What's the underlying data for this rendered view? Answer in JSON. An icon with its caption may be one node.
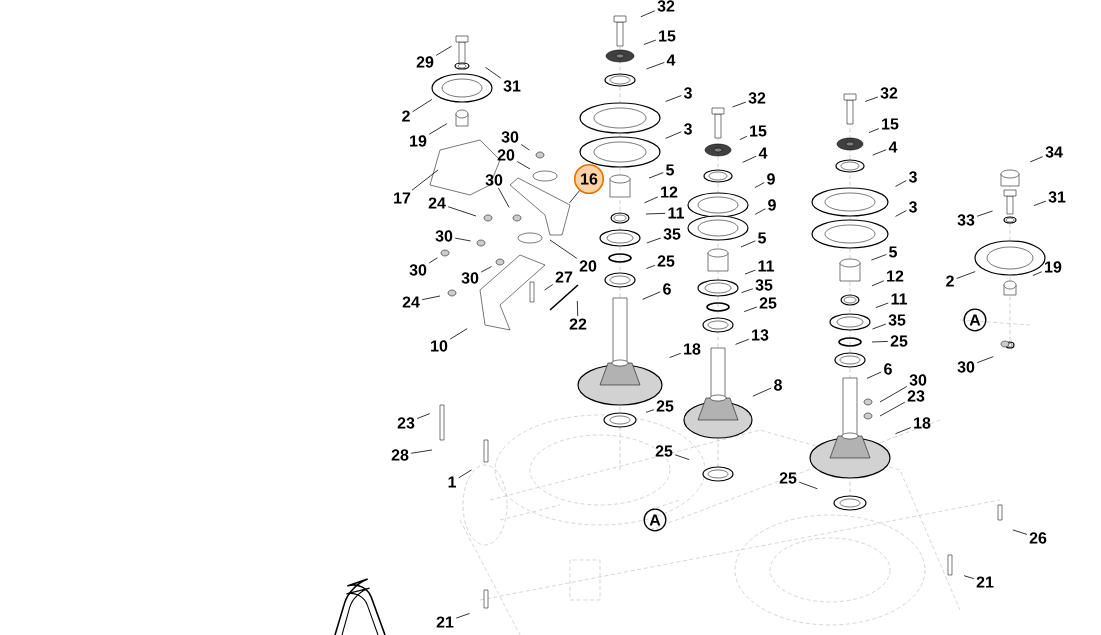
{
  "diagram": {
    "nodes": [
      {
        "text": [
          "29"
        ]
      },
      {
        "text": [
          "31"
        ]
      },
      {
        "text": [
          "2"
        ]
      },
      {
        "text": [
          "19"
        ]
      },
      {
        "text": [
          "30"
        ]
      },
      {
        "text": [
          "20"
        ]
      },
      {
        "text": [
          "17"
        ]
      },
      {
        "text": [
          "16"
        ]
      },
      {
        "text": [
          "24"
        ]
      },
      {
        "text": [
          "30"
        ]
      },
      {
        "text": [
          "30"
        ]
      },
      {
        "text": [
          "20"
        ]
      },
      {
        "text": [
          "30"
        ]
      },
      {
        "text": [
          "30"
        ]
      },
      {
        "text": [
          "24"
        ]
      },
      {
        "text": [
          "27"
        ]
      },
      {
        "text": [
          "22"
        ]
      },
      {
        "text": [
          "10"
        ]
      },
      {
        "text": [
          "32"
        ]
      },
      {
        "text": [
          "15"
        ]
      },
      {
        "text": [
          "4"
        ]
      },
      {
        "text": [
          "3"
        ]
      },
      {
        "text": [
          "3"
        ]
      },
      {
        "text": [
          "5"
        ]
      },
      {
        "text": [
          "12"
        ]
      },
      {
        "text": [
          "11"
        ]
      },
      {
        "text": [
          "35"
        ]
      },
      {
        "text": [
          "25"
        ]
      },
      {
        "text": [
          "6"
        ]
      },
      {
        "text": [
          "18"
        ]
      },
      {
        "text": [
          "25"
        ]
      },
      {
        "text": [
          "25"
        ]
      },
      {
        "text": [
          "32"
        ]
      },
      {
        "text": [
          "15"
        ]
      },
      {
        "text": [
          "4"
        ]
      },
      {
        "text": [
          "9"
        ]
      },
      {
        "text": [
          "9"
        ]
      },
      {
        "text": [
          "5"
        ]
      },
      {
        "text": [
          "11"
        ]
      },
      {
        "text": [
          "35"
        ]
      },
      {
        "text": [
          "25"
        ]
      },
      {
        "text": [
          "13"
        ]
      },
      {
        "text": [
          "8"
        ]
      },
      {
        "text": [
          "32"
        ]
      },
      {
        "text": [
          "15"
        ]
      },
      {
        "text": [
          "4"
        ]
      },
      {
        "text": [
          "3"
        ]
      },
      {
        "text": [
          "3"
        ]
      },
      {
        "text": [
          "5"
        ]
      },
      {
        "text": [
          "12"
        ]
      },
      {
        "text": [
          "11"
        ]
      },
      {
        "text": [
          "35"
        ]
      },
      {
        "text": [
          "25"
        ]
      },
      {
        "text": [
          "6"
        ]
      },
      {
        "text": [
          "30"
        ]
      },
      {
        "text": [
          "23"
        ]
      },
      {
        "text": [
          "18"
        ]
      },
      {
        "text": [
          "25"
        ]
      },
      {
        "text": [
          "26"
        ]
      },
      {
        "text": [
          "21"
        ]
      },
      {
        "text": [
          "34"
        ]
      },
      {
        "text": [
          "33"
        ]
      },
      {
        "text": [
          "31"
        ]
      },
      {
        "text": [
          "2"
        ]
      },
      {
        "text": [
          "19"
        ]
      },
      {
        "text": [
          "30"
        ]
      },
      {
        "text": [
          "23"
        ]
      },
      {
        "text": [
          "28"
        ]
      },
      {
        "text": [
          "1"
        ]
      },
      {
        "text": [
          "21"
        ]
      }
    ],
    "edges": [
      {
        "from": 0,
        "to": null,
        "arrow": "none"
      },
      {
        "from": 1,
        "to": null,
        "arrow": "none"
      },
      {
        "from": 2,
        "to": null,
        "arrow": "none"
      },
      {
        "from": 3,
        "to": null,
        "arrow": "none"
      },
      {
        "from": 4,
        "to": null,
        "arrow": "none"
      },
      {
        "from": 5,
        "to": null,
        "arrow": "none"
      },
      {
        "from": 6,
        "to": null,
        "arrow": "none"
      },
      {
        "from": 7,
        "to": null,
        "arrow": "none"
      },
      {
        "from": 8,
        "to": null,
        "arrow": "none"
      },
      {
        "from": 9,
        "to": null,
        "arrow": "none"
      },
      {
        "from": 10,
        "to": null,
        "arrow": "none"
      },
      {
        "from": 11,
        "to": null,
        "arrow": "none"
      },
      {
        "from": 12,
        "to": null,
        "arrow": "none"
      },
      {
        "from": 13,
        "to": null,
        "arrow": "none"
      },
      {
        "from": 14,
        "to": null,
        "arrow": "none"
      },
      {
        "from": 15,
        "to": null,
        "arrow": "none"
      },
      {
        "from": 16,
        "to": null,
        "arrow": "none"
      },
      {
        "from": 17,
        "to": null,
        "arrow": "none"
      },
      {
        "from": 18,
        "to": null,
        "arrow": "none"
      },
      {
        "from": 19,
        "to": null,
        "arrow": "none"
      },
      {
        "from": 20,
        "to": null,
        "arrow": "none"
      },
      {
        "from": 21,
        "to": null,
        "arrow": "none"
      },
      {
        "from": 22,
        "to": null,
        "arrow": "none"
      },
      {
        "from": 23,
        "to": null,
        "arrow": "none"
      },
      {
        "from": 24,
        "to": null,
        "arrow": "none"
      },
      {
        "from": 25,
        "to": null,
        "arrow": "none"
      },
      {
        "from": 26,
        "to": null,
        "arrow": "none"
      },
      {
        "from": 27,
        "to": null,
        "arrow": "none"
      },
      {
        "from": 28,
        "to": null,
        "arrow": "none"
      },
      {
        "from": 29,
        "to": null,
        "arrow": "none"
      },
      {
        "from": 30,
        "to": null,
        "arrow": "none"
      },
      {
        "from": 31,
        "to": null,
        "arrow": "none"
      },
      {
        "from": 32,
        "to": null,
        "arrow": "none"
      },
      {
        "from": 33,
        "to": null,
        "arrow": "none"
      },
      {
        "from": 34,
        "to": null,
        "arrow": "none"
      },
      {
        "from": 35,
        "to": null,
        "arrow": "none"
      },
      {
        "from": 36,
        "to": null,
        "arrow": "none"
      },
      {
        "from": 37,
        "to": null,
        "arrow": "none"
      },
      {
        "from": 38,
        "to": null,
        "arrow": "none"
      },
      {
        "from": 39,
        "to": null,
        "arrow": "none"
      },
      {
        "from": 40,
        "to": null,
        "arrow": "none"
      },
      {
        "from": 41,
        "to": null,
        "arrow": "none"
      },
      {
        "from": 42,
        "to": null,
        "arrow": "none"
      },
      {
        "from": 43,
        "to": null,
        "arrow": "none"
      },
      {
        "from": 44,
        "to": null,
        "arrow": "none"
      },
      {
        "from": 45,
        "to": null,
        "arrow": "none"
      },
      {
        "from": 46,
        "to": null,
        "arrow": "none"
      },
      {
        "from": 47,
        "to": null,
        "arrow": "none"
      },
      {
        "from": 48,
        "to": null,
        "arrow": "none"
      },
      {
        "from": 49,
        "to": null,
        "arrow": "none"
      },
      {
        "from": 50,
        "to": null,
        "arrow": "none"
      },
      {
        "from": 51,
        "to": null,
        "arrow": "none"
      },
      {
        "from": 52,
        "to": null,
        "arrow": "none"
      },
      {
        "from": 53,
        "to": null,
        "arrow": "none"
      },
      {
        "from": 54,
        "to": null,
        "arrow": "none"
      },
      {
        "from": 55,
        "to": null,
        "arrow": "none"
      },
      {
        "from": 56,
        "to": null,
        "arrow": "none"
      },
      {
        "from": 57,
        "to": null,
        "arrow": "none"
      },
      {
        "from": 58,
        "to": null,
        "arrow": "none"
      },
      {
        "from": 59,
        "to": null,
        "arrow": "none"
      },
      {
        "from": 60,
        "to": null,
        "arrow": "none"
      },
      {
        "from": 61,
        "to": null,
        "arrow": "none"
      },
      {
        "from": 62,
        "to": null,
        "arrow": "none"
      },
      {
        "from": 63,
        "to": null,
        "arrow": "none"
      },
      {
        "from": 64,
        "to": null,
        "arrow": "none"
      },
      {
        "from": 65,
        "to": null,
        "arrow": "none"
      },
      {
        "from": 66,
        "to": null,
        "arrow": "none"
      },
      {
        "from": 67,
        "to": null,
        "arrow": "none"
      },
      {
        "from": 68,
        "to": null,
        "arrow": "none"
      },
      {
        "from": 69,
        "to": null,
        "arrow": "none"
      }
    ],
    "labels": [
      "A",
      "A"
    ]
  }
}
